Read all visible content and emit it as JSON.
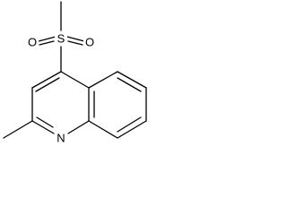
{
  "molecule": {
    "atoms": {
      "sulfur": "S",
      "oxygen_left": "O",
      "oxygen_right": "O",
      "nitrogen": "N"
    }
  }
}
